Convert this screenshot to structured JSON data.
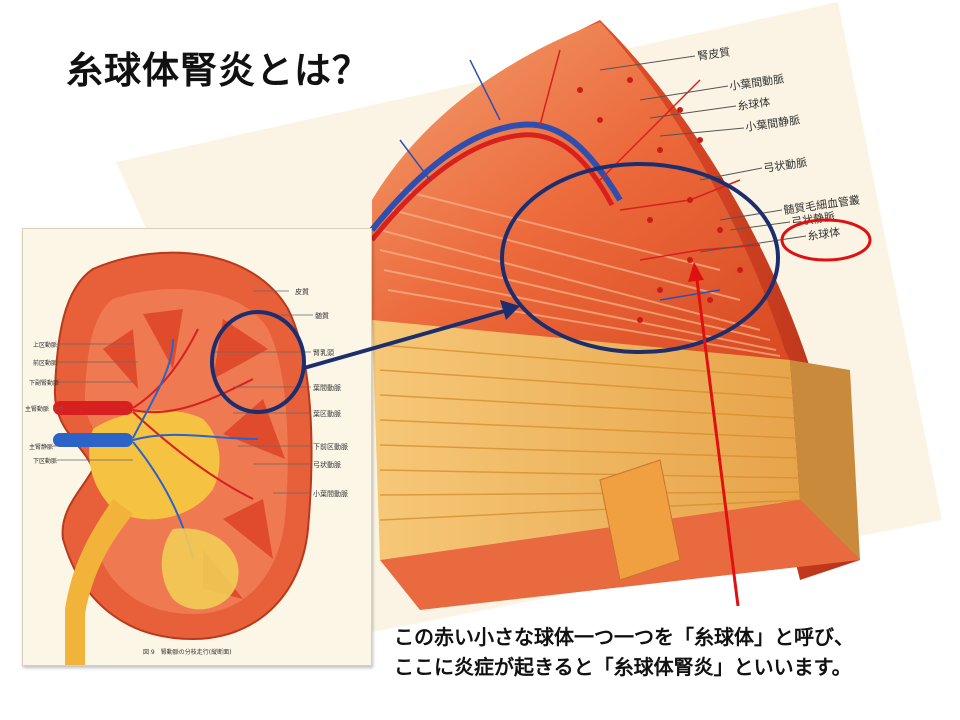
{
  "slide": {
    "title": "糸球体腎炎とは？",
    "caption_line1": "この赤い小さな球体一つ一つを「糸球体」と呼び、",
    "caption_line2": "ここに炎症が起きると「糸球体腎炎」といいます。"
  },
  "large_plate": {
    "labels": [
      "腎皮質",
      "小葉間動脈",
      "糸球体",
      "小葉間静脈",
      "弓状動脈",
      "髄質毛細血管叢",
      "弓状静脈",
      "糸球体"
    ]
  },
  "small_plate": {
    "right_labels": [
      "皮質",
      "髄質",
      "腎乳頭",
      "葉間動脈",
      "葉区動脈",
      "下前区動脈",
      "弓状動脈",
      "小葉間動脈"
    ],
    "left_labels": [
      "上区動脈",
      "前区動脈",
      "下副腎動脈",
      "主腎動脈",
      "主腎静脈",
      "下区動脈"
    ],
    "figure_caption": "図 9　腎動脈の分枝走行(縦断面)"
  },
  "colors": {
    "highlight_circle": "#1c2e6e",
    "pointer_arrow": "#e01010",
    "label_circle": "#e01010"
  }
}
